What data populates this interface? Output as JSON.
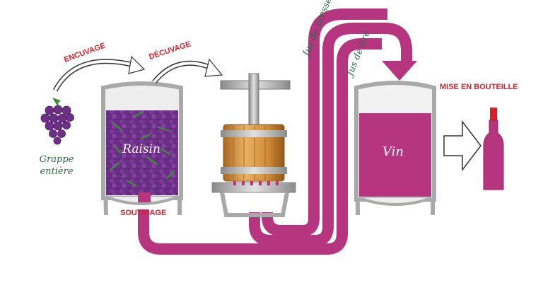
{
  "labels": {
    "encuvage": "ENCUVAGE",
    "decuvage": "DÉCUVAGE",
    "grappe_line1": "Grappe",
    "grappe_line2": "entière",
    "raisin": "Raisin",
    "soutirage": "SOUTIRAGE",
    "jus_presse": "Jus de presse (paradis)",
    "jus_tire": "Jus de tire",
    "vin": "Vin",
    "mise_en_bouteille": "MISE EN BOUTEILLE"
  },
  "colors": {
    "wine": "#b5357f",
    "wine_dark": "#8e2363",
    "grape": "#6e2f86",
    "grape_dark": "#4b1a60",
    "vessel_grey": "#a9a9a9",
    "wood": "#d99a45",
    "red_label": "#d6202a",
    "green_label": "#2d6b4a",
    "stem_green": "#3f8f3a"
  }
}
